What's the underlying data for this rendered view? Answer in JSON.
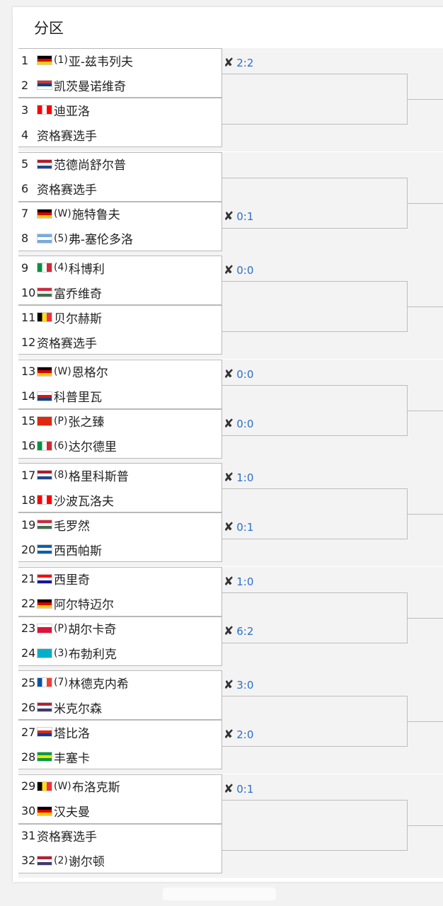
{
  "section_title": "分区",
  "flag_colors": {
    "de": [
      "#000000",
      "#dd0000",
      "#ffce00"
    ],
    "rs": [
      "#c6363c",
      "#0c4076",
      "#ffffff"
    ],
    "ca": [
      "#ff0000",
      "#ffffff",
      "#ff0000"
    ],
    "nl": [
      "#ae1c28",
      "#ffffff",
      "#21468b"
    ],
    "ar": [
      "#74acdf",
      "#ffffff",
      "#74acdf"
    ],
    "it": [
      "#009246",
      "#ffffff",
      "#ce2b37"
    ],
    "hu": [
      "#cd2a3e",
      "#ffffff",
      "#436f4d"
    ],
    "be": [
      "#000000",
      "#fdda24",
      "#ef3340"
    ],
    "cz": [
      "#ffffff",
      "#d7141a",
      "#11457e"
    ],
    "cn": [
      "#de2910",
      "#de2910",
      "#de2910"
    ],
    "gr": [
      "#0d5eaf",
      "#ffffff",
      "#0d5eaf"
    ],
    "hr": [
      "#ff0000",
      "#ffffff",
      "#171796"
    ],
    "pl": [
      "#ffffff",
      "#dc143c",
      "#dc143c"
    ],
    "kz": [
      "#00afca",
      "#00afca",
      "#00afca"
    ],
    "fr": [
      "#0055a4",
      "#ffffff",
      "#ef4135"
    ],
    "us": [
      "#b22234",
      "#ffffff",
      "#3c3b6e"
    ],
    "cl": [
      "#ffffff",
      "#d52b1e",
      "#0039a6"
    ],
    "br": [
      "#009c3b",
      "#ffdf00",
      "#009c3b"
    ]
  },
  "players": [
    {
      "num": "1",
      "flag": "de",
      "seed": "(1)",
      "name": "亚-兹韦列夫"
    },
    {
      "num": "2",
      "flag": "rs",
      "seed": "",
      "name": "凯茨曼诺维奇"
    },
    {
      "num": "3",
      "flag": "ca",
      "seed": "",
      "name": "迪亚洛"
    },
    {
      "num": "4",
      "flag": "",
      "seed": "",
      "name": "资格赛选手"
    },
    {
      "num": "5",
      "flag": "nl",
      "seed": "",
      "name": "范德尚舒尔普"
    },
    {
      "num": "6",
      "flag": "",
      "seed": "",
      "name": "资格赛选手"
    },
    {
      "num": "7",
      "flag": "de",
      "seed": "(W)",
      "name": "施特鲁夫"
    },
    {
      "num": "8",
      "flag": "ar",
      "seed": "(5)",
      "name": "弗-塞伦多洛"
    },
    {
      "num": "9",
      "flag": "it",
      "seed": "(4)",
      "name": "科博利"
    },
    {
      "num": "10",
      "flag": "hu",
      "seed": "",
      "name": "富乔维奇"
    },
    {
      "num": "11",
      "flag": "be",
      "seed": "",
      "name": "贝尔赫斯"
    },
    {
      "num": "12",
      "flag": "",
      "seed": "",
      "name": "资格赛选手"
    },
    {
      "num": "13",
      "flag": "de",
      "seed": "(W)",
      "name": "恩格尔"
    },
    {
      "num": "14",
      "flag": "cz",
      "seed": "",
      "name": "科普里瓦"
    },
    {
      "num": "15",
      "flag": "cn",
      "seed": "(P)",
      "name": "张之臻"
    },
    {
      "num": "16",
      "flag": "it",
      "seed": "(6)",
      "name": "达尔德里"
    },
    {
      "num": "17",
      "flag": "nl",
      "seed": "(8)",
      "name": "格里科斯普"
    },
    {
      "num": "18",
      "flag": "ca",
      "seed": "",
      "name": "沙波瓦洛夫"
    },
    {
      "num": "19",
      "flag": "hu",
      "seed": "",
      "name": "毛罗然"
    },
    {
      "num": "20",
      "flag": "gr",
      "seed": "",
      "name": "西西帕斯"
    },
    {
      "num": "21",
      "flag": "hr",
      "seed": "",
      "name": "西里奇"
    },
    {
      "num": "22",
      "flag": "de",
      "seed": "",
      "name": "阿尔特迈尔"
    },
    {
      "num": "23",
      "flag": "pl",
      "seed": "(P)",
      "name": "胡尔卡奇"
    },
    {
      "num": "24",
      "flag": "kz",
      "seed": "(3)",
      "name": "布勃利克"
    },
    {
      "num": "25",
      "flag": "fr",
      "seed": "(7)",
      "name": "林德克内希"
    },
    {
      "num": "26",
      "flag": "us",
      "seed": "",
      "name": "米克尔森"
    },
    {
      "num": "27",
      "flag": "cl",
      "seed": "",
      "name": "塔比洛"
    },
    {
      "num": "28",
      "flag": "br",
      "seed": "",
      "name": "丰塞卡"
    },
    {
      "num": "29",
      "flag": "be",
      "seed": "(W)",
      "name": "布洛克斯"
    },
    {
      "num": "30",
      "flag": "de",
      "seed": "",
      "name": "汉夫曼"
    },
    {
      "num": "31",
      "flag": "",
      "seed": "",
      "name": "资格赛选手"
    },
    {
      "num": "32",
      "flag": "us",
      "seed": "(2)",
      "name": "谢尔顿"
    }
  ],
  "matches": [
    {
      "pair": 0,
      "score": "2:2"
    },
    {
      "pair": 3,
      "score": "0:1"
    },
    {
      "pair": 4,
      "score": "0:0"
    },
    {
      "pair": 6,
      "score": "0:0"
    },
    {
      "pair": 7,
      "score": "0:0"
    },
    {
      "pair": 8,
      "score": "1:0"
    },
    {
      "pair": 9,
      "score": "0:1"
    },
    {
      "pair": 10,
      "score": "1:0"
    },
    {
      "pair": 11,
      "score": "6:2"
    },
    {
      "pair": 12,
      "score": "3:0"
    },
    {
      "pair": 13,
      "score": "2:0"
    },
    {
      "pair": 14,
      "score": "0:1"
    }
  ]
}
